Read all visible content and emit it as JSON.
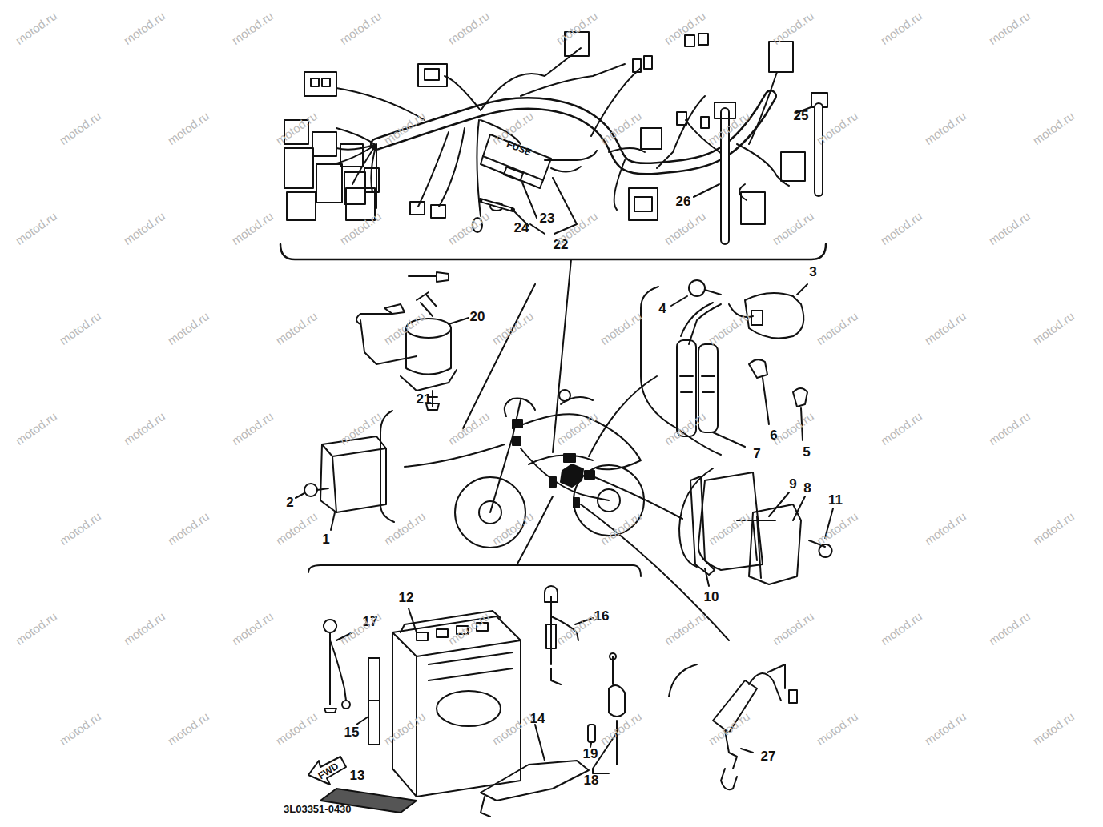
{
  "diagram": {
    "labels": [
      "25",
      "26",
      "23",
      "24",
      "22",
      "20",
      "3",
      "4",
      "21",
      "1",
      "2",
      "6",
      "5",
      "7",
      "9",
      "8",
      "11",
      "10",
      "12",
      "17",
      "16",
      "15",
      "14",
      "19",
      "13",
      "18",
      "27",
      "FUSE",
      "FWD",
      "3L03351-0430",
      "motod.ru",
      "motod.ru",
      "motod.ru",
      "motod.ru",
      "motod.ru",
      "motod.ru",
      "motod.ru",
      "motod.ru",
      "motod.ru",
      "motod.ru",
      "motod.ru",
      "motod.ru",
      "motod.ru",
      "motod.ru",
      "motod.ru",
      "motod.ru",
      "motod.ru",
      "motod.ru",
      "motod.ru",
      "motod.ru",
      "motod.ru",
      "motod.ru",
      "motod.ru",
      "motod.ru",
      "motod.ru",
      "motod.ru",
      "motod.ru",
      "motod.ru",
      "motod.ru",
      "motod.ru",
      "motod.ru",
      "motod.ru",
      "motod.ru",
      "motod.ru",
      "motod.ru",
      "motod.ru",
      "motod.ru",
      "motod.ru",
      "motod.ru",
      "motod.ru",
      "motod.ru",
      "motod.ru",
      "motod.ru",
      "motod.ru",
      "motod.ru",
      "motod.ru",
      "motod.ru",
      "motod.ru",
      "motod.ru",
      "motod.ru",
      "motod.ru",
      "motod.ru",
      "motod.ru",
      "motod.ru",
      "motod.ru",
      "motod.ru",
      "motod.ru",
      "motod.ru",
      "motod.ru",
      "motod.ru",
      "motod.ru",
      "motod.ru",
      "motod.ru",
      "motod.ru",
      "motod.ru",
      "motod.ru",
      "motod.ru",
      "motod.ru",
      "motod.ru",
      "motod.ru",
      "motod.ru",
      "motod.ru",
      "motod.ru",
      "motod.ru",
      "motod.ru",
      "motod.ru",
      "motod.ru",
      "motod.ru",
      "motod.ru",
      "motod.ru"
    ]
  }
}
